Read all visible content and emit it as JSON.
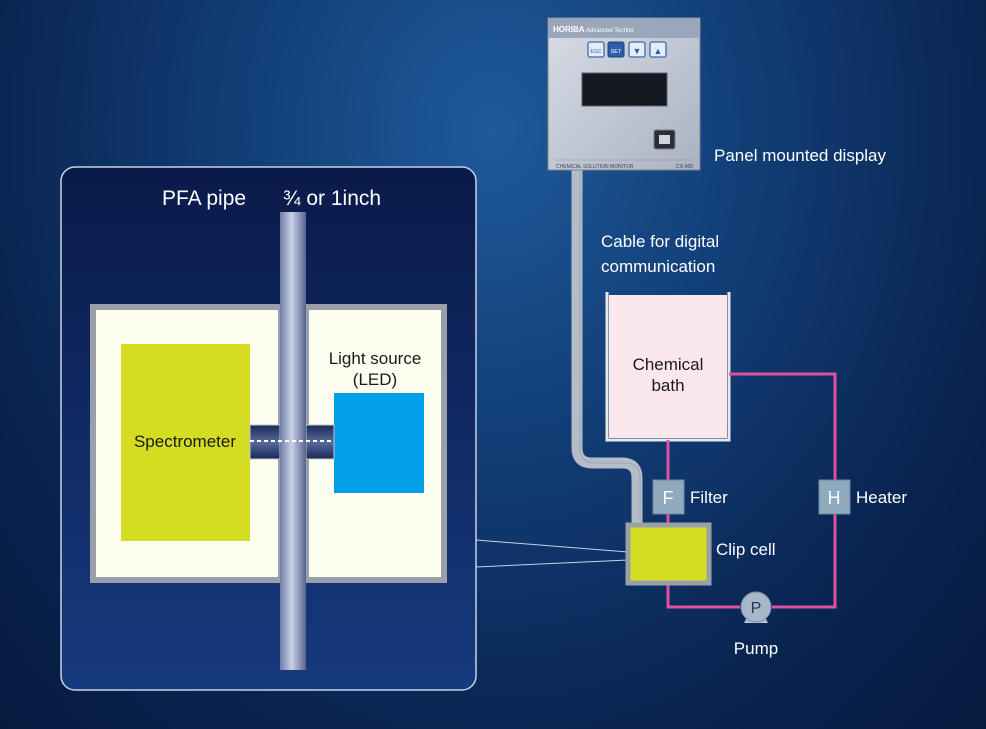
{
  "inset": {
    "pipe_label": "PFA pipe",
    "pipe_size_label": "¾ or 1inch",
    "spectrometer_label": "Spectrometer",
    "light_source_line1": "Light source",
    "light_source_line2": "(LED)"
  },
  "display": {
    "brand": "HORIBA",
    "brand_sub": "Advanced Techno",
    "btn_esc": "ESC",
    "btn_set": "SET",
    "btn_down": "▼",
    "btn_up": "▲",
    "footer_left": "CHEMICAL SOLUTION MONITOR",
    "footer_right": "CS-900",
    "label": "Panel mounted display"
  },
  "cable": {
    "label_line1": "Cable for digital",
    "label_line2": "communication"
  },
  "bath": {
    "label_line1": "Chemical",
    "label_line2": "bath"
  },
  "filter": {
    "letter": "F",
    "label": "Filter"
  },
  "heater": {
    "letter": "H",
    "label": "Heater"
  },
  "clip_cell": {
    "label": "Clip cell"
  },
  "pump": {
    "letter": "P",
    "label": "Pump"
  },
  "colors": {
    "background": "#0d2c5e",
    "spectrometer": "#d4dd22",
    "led": "#00a0e9",
    "loop_line": "#e050a0",
    "component_box": "#8fa9bf",
    "bath_fill": "#fbe8ec"
  }
}
